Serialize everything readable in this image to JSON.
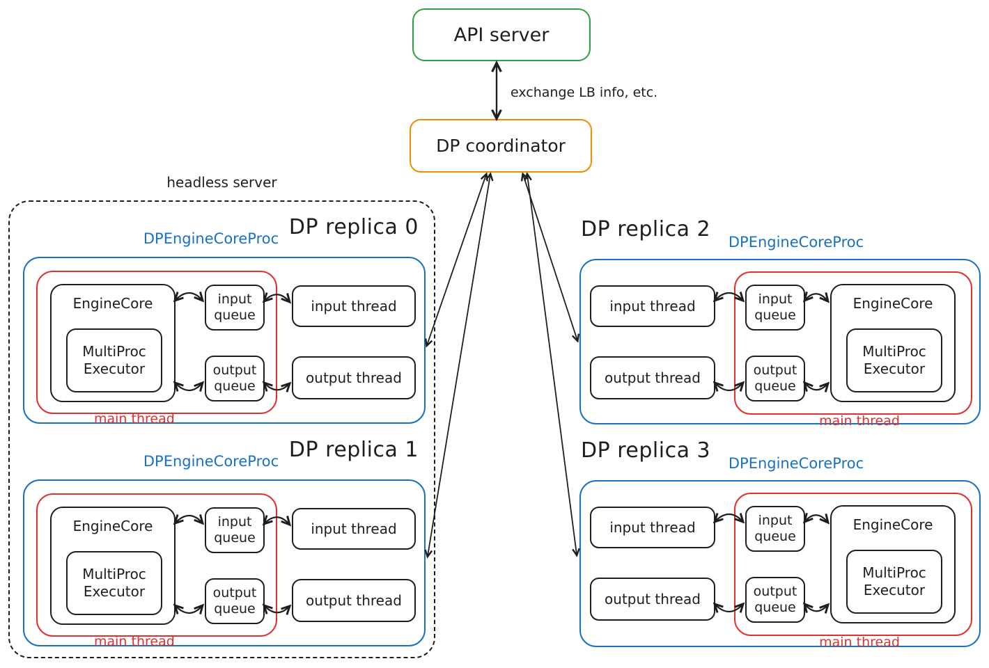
{
  "api_server": {
    "label": "API server"
  },
  "coordinator": {
    "label": "DP coordinator"
  },
  "api_coordinator_arrow_label": "exchange LB info, etc.",
  "headless_server": {
    "label": "headless server"
  },
  "colors": {
    "api_server_border": "#2f9e44",
    "coordinator_border": "#f08c00",
    "proc_box_border": "#1971c2",
    "main_thread_border": "#e03131",
    "ink": "#1e1e1e"
  },
  "replicas": [
    {
      "title": "DP replica 0",
      "proc_label": "DPEngineCoreProc",
      "engine_core": "EngineCore",
      "executor": "MultiProc\nExecutor",
      "input_queue": "input\nqueue",
      "output_queue": "output\nqueue",
      "input_thread": "input thread",
      "output_thread": "output thread",
      "main_thread": "main thread"
    },
    {
      "title": "DP replica 1",
      "proc_label": "DPEngineCoreProc",
      "engine_core": "EngineCore",
      "executor": "MultiProc\nExecutor",
      "input_queue": "input\nqueue",
      "output_queue": "output\nqueue",
      "input_thread": "input thread",
      "output_thread": "output thread",
      "main_thread": "main thread"
    },
    {
      "title": "DP replica 2",
      "proc_label": "DPEngineCoreProc",
      "engine_core": "EngineCore",
      "executor": "MultiProc\nExecutor",
      "input_queue": "input\nqueue",
      "output_queue": "output\nqueue",
      "input_thread": "input thread",
      "output_thread": "output thread",
      "main_thread": "main thread"
    },
    {
      "title": "DP replica 3",
      "proc_label": "DPEngineCoreProc",
      "engine_core": "EngineCore",
      "executor": "MultiProc\nExecutor",
      "input_queue": "input\nqueue",
      "output_queue": "output\nqueue",
      "input_thread": "input thread",
      "output_thread": "output thread",
      "main_thread": "main thread"
    }
  ]
}
